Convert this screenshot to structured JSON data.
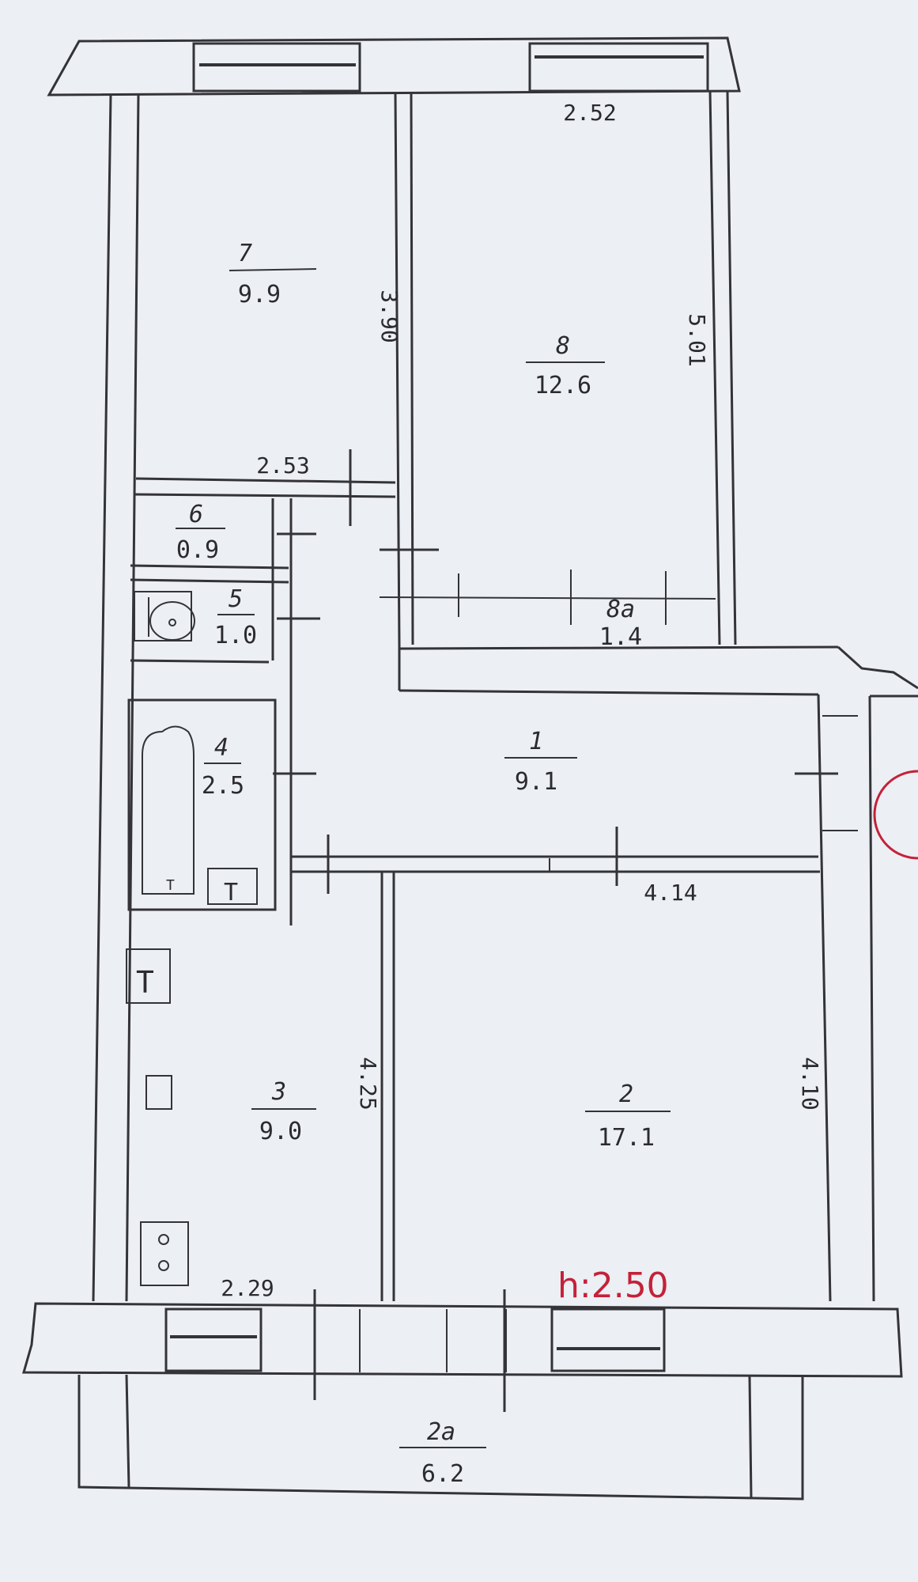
{
  "rooms": [
    {
      "number": "7",
      "area": "9.9"
    },
    {
      "number": "8",
      "area": "12.6"
    },
    {
      "number": "6",
      "area": "0.9"
    },
    {
      "number": "5",
      "area": "1.0"
    },
    {
      "number": "8a",
      "area": "1.4"
    },
    {
      "number": "4",
      "area": "2.5"
    },
    {
      "number": "1",
      "area": "9.1"
    },
    {
      "number": "3",
      "area": "9.0"
    },
    {
      "number": "2",
      "area": "17.1"
    },
    {
      "number": "2a",
      "area": "6.2"
    }
  ],
  "dimensions": {
    "room8_top": "2.52",
    "room7_height": "3.90",
    "room8_height": "5.01",
    "room7_bottom": "2.53",
    "room1_width": "4.14",
    "room3_height": "4.25",
    "room2_height": "4.10",
    "room3_width": "2.29"
  },
  "ceiling_height": "h:2.50",
  "colors": {
    "line": "#333338",
    "paper": "#eceff3",
    "mark": "#c4213a"
  }
}
